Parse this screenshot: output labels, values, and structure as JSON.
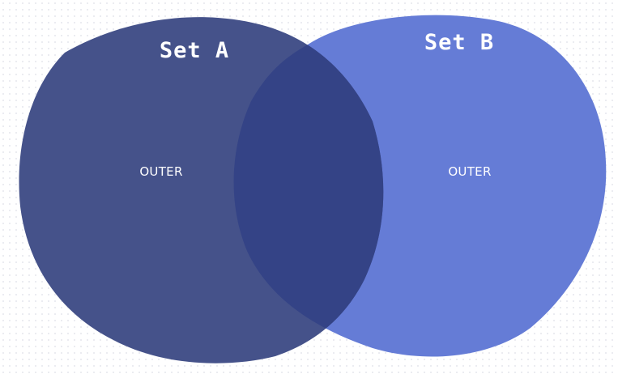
{
  "diagram": {
    "type": "venn",
    "sets": [
      {
        "title": "Set A",
        "region_label": "OUTER",
        "color": "#45528a"
      },
      {
        "title": "Set B",
        "region_label": "OUTER",
        "color": "#657cd6"
      }
    ],
    "intersection": {
      "label": "",
      "color": "#344386"
    },
    "background": "#ffffff"
  }
}
